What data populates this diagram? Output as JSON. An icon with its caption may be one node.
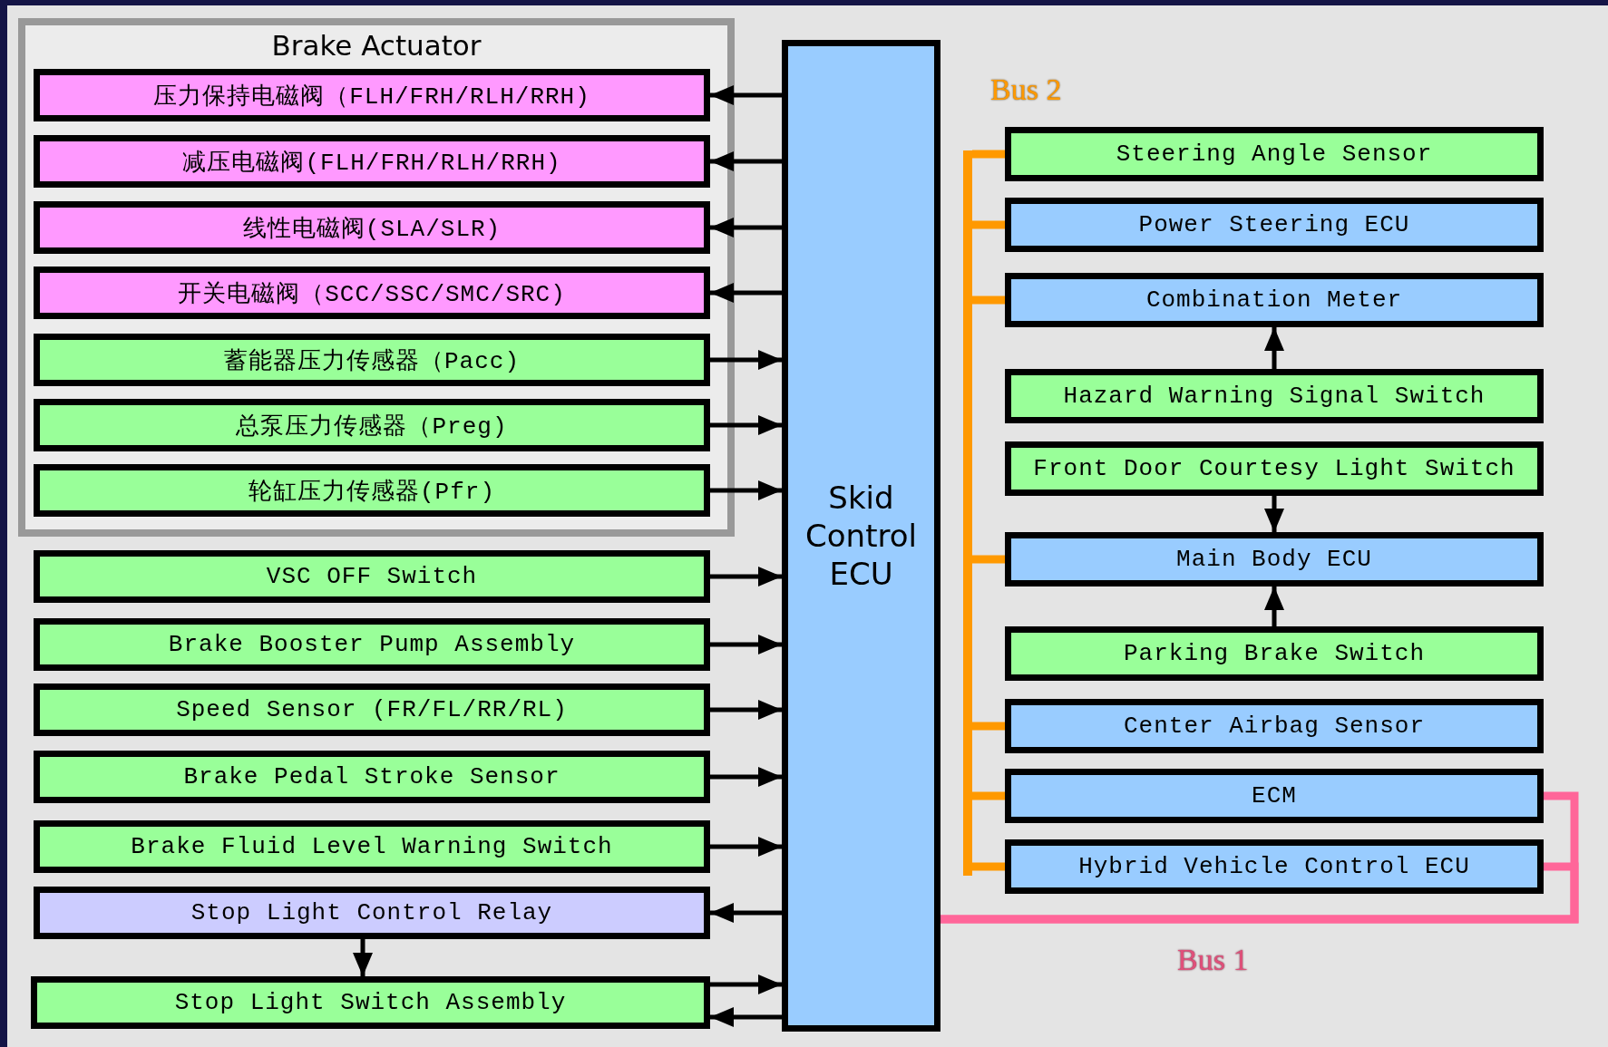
{
  "diagram": {
    "nodes": [
      {
        "text": [
          "Brake Actuator"
        ]
      },
      {
        "text": [
          "压力保持电磁阀（FLH/FRH/RLH/RRH)"
        ],
        "in": 0
      },
      {
        "text": [
          "减压电磁阀(FLH/FRH/RLH/RRH)"
        ],
        "in": 0
      },
      {
        "text": [
          "线性电磁阀(SLA/SLR)"
        ],
        "in": 0
      },
      {
        "text": [
          "开关电磁阀（SCC/SSC/SMC/SRC)"
        ],
        "in": 0
      },
      {
        "text": [
          "蓄能器压力传感器（Pacc)"
        ],
        "in": 0
      },
      {
        "text": [
          "总泵压力传感器（Preg)"
        ],
        "in": 0
      },
      {
        "text": [
          "轮缸压力传感器(Pfr)"
        ],
        "in": 0
      },
      {
        "text": [
          "VSC OFF Switch"
        ]
      },
      {
        "text": [
          "Brake Booster Pump Assembly"
        ]
      },
      {
        "text": [
          "Speed Sensor (FR/FL/RR/RL)"
        ]
      },
      {
        "text": [
          "Brake Pedal Stroke Sensor"
        ]
      },
      {
        "text": [
          "Brake Fluid Level Warning Switch"
        ]
      },
      {
        "text": [
          "Stop Light Control Relay"
        ]
      },
      {
        "text": [
          "Stop Light Switch Assembly"
        ]
      },
      {
        "text": [
          "Skid Control ECU"
        ]
      },
      {
        "text": [
          "Steering Angle Sensor"
        ]
      },
      {
        "text": [
          "Power Steering ECU"
        ]
      },
      {
        "text": [
          "Combination Meter"
        ]
      },
      {
        "text": [
          "Hazard Warning Signal Switch"
        ]
      },
      {
        "text": [
          "Front Door Courtesy Light Switch"
        ]
      },
      {
        "text": [
          "Main Body ECU"
        ]
      },
      {
        "text": [
          "Parking Brake Switch"
        ]
      },
      {
        "text": [
          "Center Airbag Sensor"
        ]
      },
      {
        "text": [
          "ECM"
        ]
      },
      {
        "text": [
          "Hybrid Vehicle Control ECU"
        ]
      },
      {
        "text": [],
        "shape": "bar"
      }
    ],
    "edges": [
      {
        "from": 15,
        "to": 1,
        "arrow": "to"
      },
      {
        "from": 15,
        "to": 2,
        "arrow": "to"
      },
      {
        "from": 15,
        "to": 3,
        "arrow": "to"
      },
      {
        "from": 15,
        "to": 4,
        "arrow": "to"
      },
      {
        "from": 5,
        "to": 15,
        "arrow": "to"
      },
      {
        "from": 6,
        "to": 15,
        "arrow": "to"
      },
      {
        "from": 7,
        "to": 15,
        "arrow": "to"
      },
      {
        "from": 8,
        "to": 15,
        "arrow": "to"
      },
      {
        "from": 9,
        "to": 15,
        "arrow": "to"
      },
      {
        "from": 10,
        "to": 15,
        "arrow": "to"
      },
      {
        "from": 11,
        "to": 15,
        "arrow": "to"
      },
      {
        "from": 12,
        "to": 15,
        "arrow": "to"
      },
      {
        "from": 15,
        "to": 13,
        "arrow": "to"
      },
      {
        "from": 13,
        "to": 14,
        "arrow": "to"
      },
      {
        "from": 14,
        "to": 15,
        "arrow": "to"
      },
      {
        "from": 15,
        "to": 14,
        "arrow": "to"
      },
      {
        "from": 19,
        "to": 18,
        "arrow": "to"
      },
      {
        "from": 20,
        "to": 21,
        "arrow": "to"
      },
      {
        "from": 22,
        "to": 21,
        "arrow": "to"
      },
      {
        "from": 26,
        "to": 16,
        "arrow": "none",
        "style": "thick",
        "color": "#ff9900"
      },
      {
        "from": 26,
        "to": 17,
        "arrow": "none",
        "style": "thick",
        "color": "#ff9900"
      },
      {
        "from": 26,
        "to": 18,
        "arrow": "none",
        "style": "thick",
        "color": "#ff9900"
      },
      {
        "from": 26,
        "to": 21,
        "arrow": "none",
        "style": "thick",
        "color": "#ff9900"
      },
      {
        "from": 26,
        "to": 23,
        "arrow": "none",
        "style": "thick",
        "color": "#ff9900"
      },
      {
        "from": 26,
        "to": 24,
        "arrow": "none",
        "style": "thick",
        "color": "#ff9900"
      },
      {
        "from": 26,
        "to": 25,
        "arrow": "none",
        "style": "thick",
        "color": "#ff9900"
      },
      {
        "from": 15,
        "to": 24,
        "arrow": "none",
        "style": "thick",
        "color": "#ff6699"
      },
      {
        "from": 15,
        "to": 25,
        "arrow": "none",
        "style": "thick",
        "color": "#ff6699"
      }
    ],
    "labels": [
      "Bus 2",
      "Bus 1"
    ]
  }
}
